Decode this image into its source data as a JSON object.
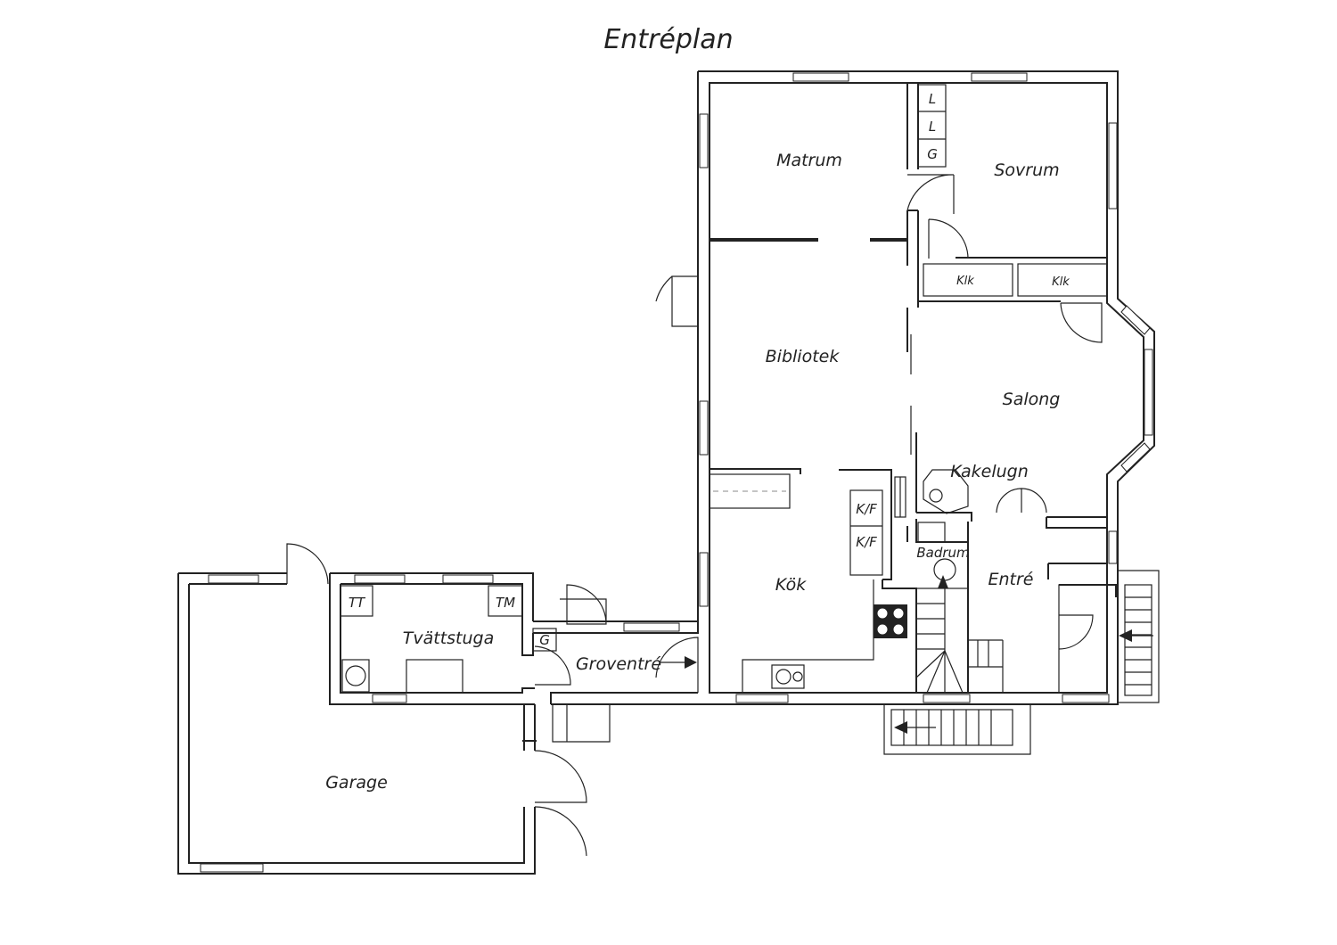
{
  "title": "Entréplan",
  "rooms": {
    "matrum": "Matrum",
    "sovrum": "Sovrum",
    "bibliotek": "Bibliotek",
    "salong": "Salong",
    "kakelugn": "Kakelugn",
    "kok": "Kök",
    "badrum": "Badrum",
    "entre": "Entré",
    "tvattstuga": "Tvättstuga",
    "groventre": "Groventré",
    "garage": "Garage",
    "klk_1": "Klk",
    "klk_2": "Klk"
  },
  "fixtures": {
    "l1": "L",
    "l2": "L",
    "g1": "G",
    "g2": "G",
    "kf1": "K/F",
    "kf2": "K/F",
    "tt": "TT",
    "tm": "TM"
  }
}
